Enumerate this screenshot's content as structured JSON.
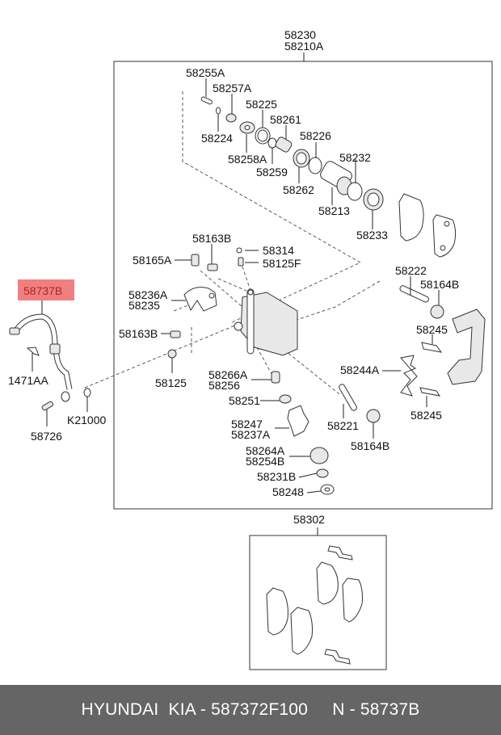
{
  "diagram": {
    "title_codes": [
      "58230",
      "58210A"
    ],
    "highlight": {
      "code": "58737B",
      "color": "#f08080"
    },
    "labels": {
      "l58255A": "58255A",
      "l58257A": "58257A",
      "l58225": "58225",
      "l58261": "58261",
      "l58224": "58224",
      "l58226": "58226",
      "l58258A": "58258A",
      "l58259": "58259",
      "l58232": "58232",
      "l58262": "58262",
      "l58213": "58213",
      "l58233": "58233",
      "l58163B_top": "58163B",
      "l58314": "58314",
      "l58165A": "58165A",
      "l58125F": "58125F",
      "l58222": "58222",
      "l58236A": "58236A",
      "l58235": "58235",
      "l58164B_top": "58164B",
      "l58163B_mid": "58163B",
      "l58245_top": "58245",
      "l58125": "58125",
      "l58266A": "58266A",
      "l58256": "58256",
      "l58244A": "58244A",
      "l58251": "58251",
      "l58245_bot": "58245",
      "l58247": "58247",
      "l58237A": "58237A",
      "l58221": "58221",
      "l58164B_bot": "58164B",
      "l58264A": "58264A",
      "l58254B": "58254B",
      "l58231B": "58231B",
      "l58248": "58248",
      "l1471AA": "1471AA",
      "lK21000": "K21000",
      "l58726": "58726",
      "l58302": "58302"
    }
  },
  "footer": {
    "brand": "HYUNDAI  KIA - 587372F100",
    "ref": "N - 58737B"
  }
}
